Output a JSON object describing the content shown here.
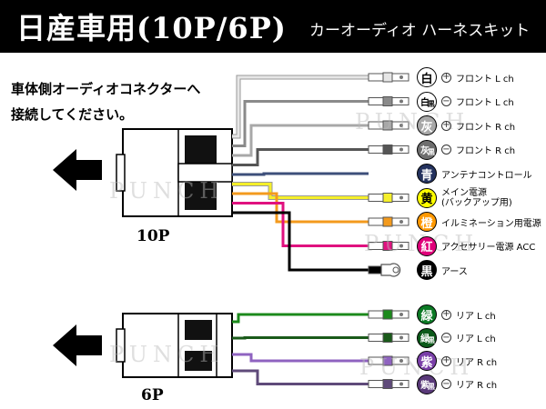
{
  "header": {
    "title": "日産車用(10P/6P)",
    "subtitle": "カーオーディオ ハーネスキット"
  },
  "instruction": {
    "line1": "車体側オーディオコネクターへ",
    "line2": "接続してください。"
  },
  "connectors": {
    "c10p": "10P",
    "c6p": "6P"
  },
  "watermark": "PUNCH",
  "wires_10p": [
    {
      "badge": "白",
      "badge_sub": "",
      "badge_bg": "#ffffff",
      "badge_fg": "#000000",
      "polarity": "⊕",
      "label": "フロント L ch",
      "color": "#e6e6e6",
      "connector": "plug"
    },
    {
      "badge": "白",
      "badge_sub": "黒",
      "badge_bg": "#ffffff",
      "badge_fg": "#000000",
      "polarity": "⊖",
      "label": "フロント L ch",
      "color": "#8a8a8a",
      "connector": "plug"
    },
    {
      "badge": "灰",
      "badge_sub": "",
      "badge_bg": "#a8a8a8",
      "badge_fg": "#ffffff",
      "polarity": "⊕",
      "label": "フロント R ch",
      "color": "#a8a8a8",
      "connector": "plug"
    },
    {
      "badge": "灰",
      "badge_sub": "黒",
      "badge_bg": "#6e6e6e",
      "badge_fg": "#ffffff",
      "polarity": "⊖",
      "label": "フロント R ch",
      "color": "#555555",
      "connector": "plug"
    },
    {
      "badge": "青",
      "badge_sub": "",
      "badge_bg": "#24325e",
      "badge_fg": "#ffffff",
      "polarity": "",
      "label": "アンテナコントロール",
      "color": "#3d4f7a",
      "connector": "none"
    },
    {
      "badge": "黄",
      "badge_sub": "",
      "badge_bg": "#ffff00",
      "badge_fg": "#000000",
      "polarity": "",
      "label": "メイン電源",
      "label2": "(バックアップ用)",
      "color": "#f5ef2a",
      "connector": "plug"
    },
    {
      "badge": "橙",
      "badge_sub": "",
      "badge_bg": "#ff9900",
      "badge_fg": "#ffffff",
      "polarity": "",
      "label": "イルミネーション用電源",
      "color": "#f39a1d",
      "connector": "plug"
    },
    {
      "badge": "紅",
      "badge_sub": "",
      "badge_bg": "#e0007a",
      "badge_fg": "#ffffff",
      "polarity": "",
      "label": "アクセサリー電源 ACC",
      "color": "#e0117f",
      "connector": "plug"
    },
    {
      "badge": "黒",
      "badge_sub": "",
      "badge_bg": "#000000",
      "badge_fg": "#ffffff",
      "polarity": "",
      "label": "アース",
      "color": "#000000",
      "connector": "ring"
    }
  ],
  "wires_6p": [
    {
      "badge": "緑",
      "badge_sub": "",
      "badge_bg": "#0c7a25",
      "badge_fg": "#ffffff",
      "polarity": "⊕",
      "label": "リア L ch",
      "color": "#1c8a1c",
      "connector": "plug"
    },
    {
      "badge": "緑",
      "badge_sub": "黒",
      "badge_bg": "#0c5a1a",
      "badge_fg": "#ffffff",
      "polarity": "⊖",
      "label": "リア L ch",
      "color": "#1a5a1a",
      "connector": "plug"
    },
    {
      "badge": "紫",
      "badge_sub": "",
      "badge_bg": "#7a3fa8",
      "badge_fg": "#ffffff",
      "polarity": "⊕",
      "label": "リア R ch",
      "color": "#8f63c0",
      "connector": "plug"
    },
    {
      "badge": "紫",
      "badge_sub": "黒",
      "badge_bg": "#5a3a7a",
      "badge_fg": "#ffffff",
      "polarity": "⊖",
      "label": "リア R ch",
      "color": "#5f4a7a",
      "connector": "plug"
    }
  ]
}
